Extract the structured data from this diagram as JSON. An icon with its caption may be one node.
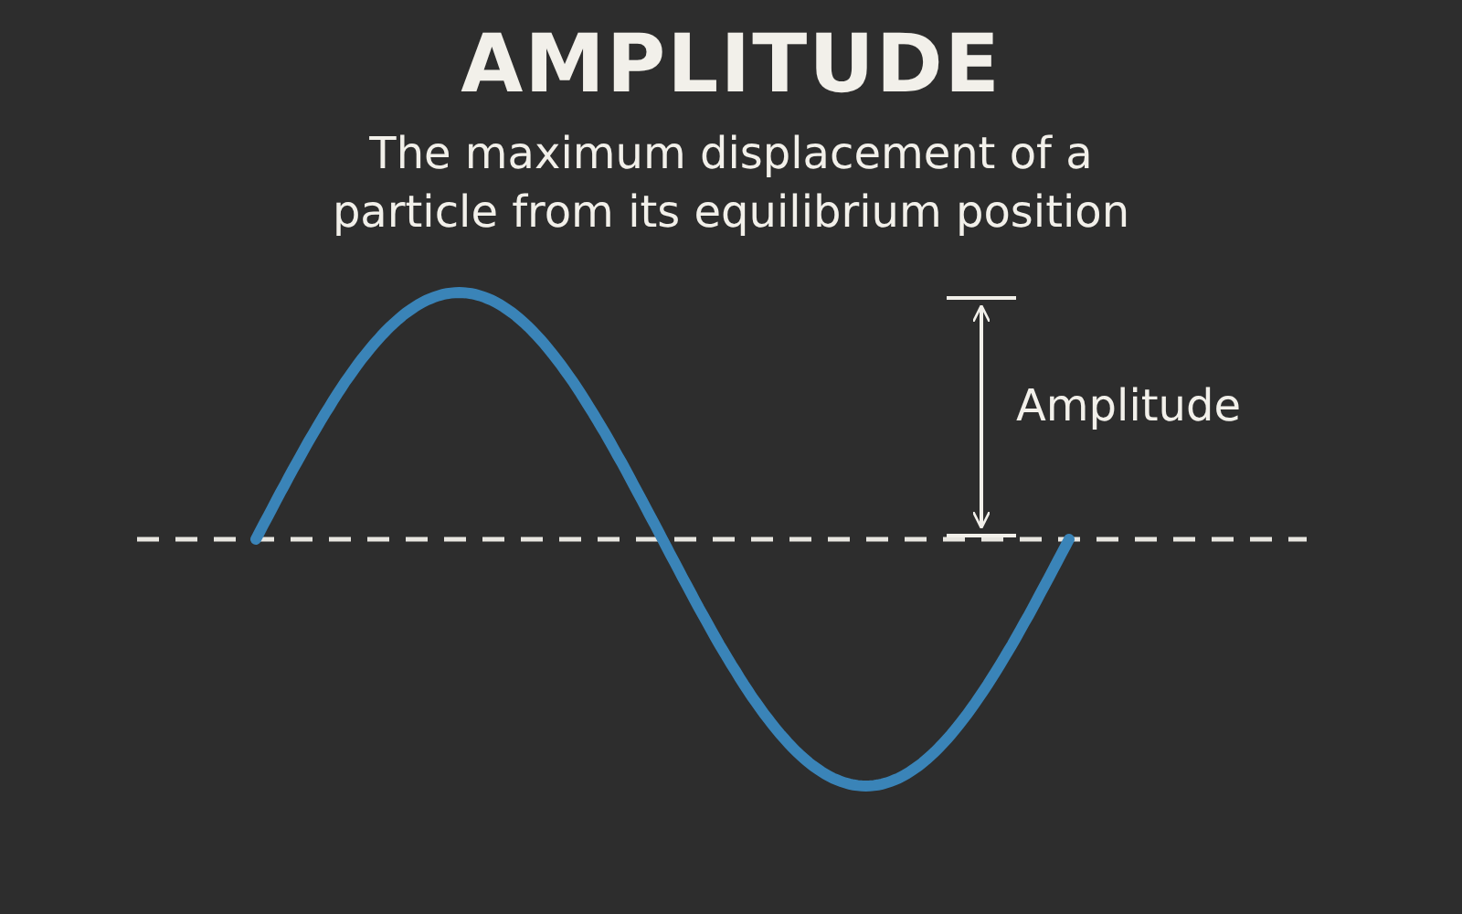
{
  "diagram": {
    "title": "AMPLITUDE",
    "labels": [
      "The maximum displacement of a particle from its equilibrium position",
      "Amplitude"
    ]
  }
}
